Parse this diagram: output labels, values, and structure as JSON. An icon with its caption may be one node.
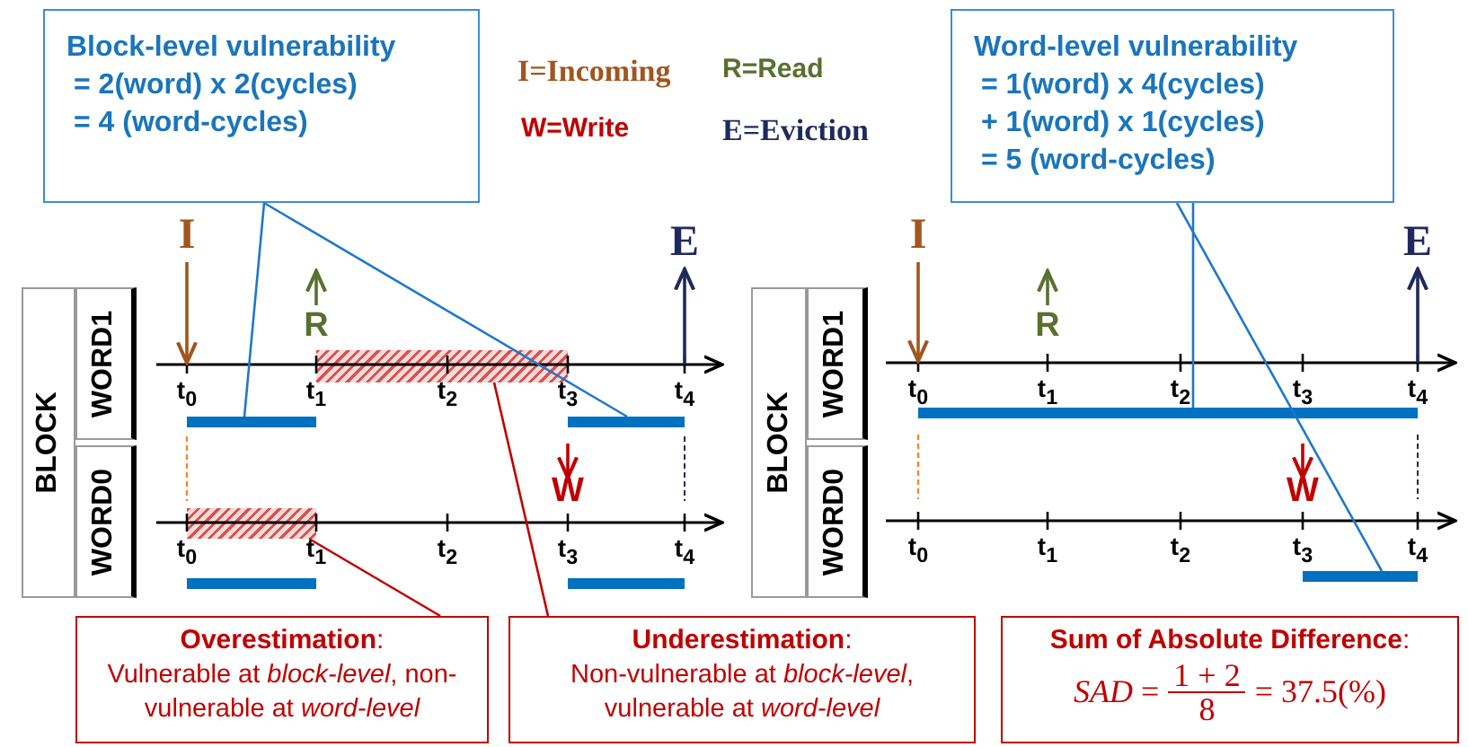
{
  "diagram": {
    "nodes": [
      {
        "text": [
          "Block-level vulnerability",
          "= 2(word) x 2(cycles)",
          "= 4 (word-cycles)"
        ]
      },
      {
        "text": [
          "Word-level vulnerability",
          "= 1(word) x 4(cycles)",
          "+ 1(word) x 1(cycles)",
          "= 5 (word-cycles)"
        ]
      },
      {
        "text": [
          "BLOCK"
        ]
      },
      {
        "text": [
          "WORD1"
        ]
      },
      {
        "text": [
          "WORD0"
        ]
      },
      {
        "text": [
          "BLOCK"
        ]
      },
      {
        "text": [
          "WORD1"
        ]
      },
      {
        "text": [
          "WORD0"
        ]
      },
      {
        "text": [],
        "shape": "bar"
      },
      {
        "text": [],
        "shape": "box"
      },
      {
        "text": [],
        "shape": "bar"
      },
      {
        "text": [],
        "shape": "box"
      },
      {
        "text": [],
        "shape": "bar"
      },
      {
        "text": [],
        "shape": "bar"
      },
      {
        "text": [],
        "shape": "bar"
      },
      {
        "text": [],
        "shape": "bar"
      },
      {
        "text": [
          "**Overestimation**:",
          "Vulnerable at *block-level*, non-vulnerable at *word-level*"
        ]
      },
      {
        "text": [
          "**Underestimation**:",
          "Non-vulnerable at *block-level*, vulnerable at *word-level*"
        ]
      },
      {
        "text": [
          "**Sum of Absolute Difference**:",
          "*SAD* =",
          "1 + 2",
          "8",
          "= 37.5(%)"
        ]
      }
    ],
    "edges": [
      {
        "from": 0,
        "to": 8,
        "arrow": "none"
      },
      {
        "from": 0,
        "to": 10,
        "arrow": "none"
      },
      {
        "from": 16,
        "to": 11,
        "arrow": "none",
        "color": "#c00000"
      },
      {
        "from": 17,
        "to": 9,
        "arrow": "none",
        "color": "#c00000"
      },
      {
        "from": 1,
        "to": 14,
        "arrow": "none"
      },
      {
        "from": 1,
        "to": 15,
        "arrow": "none"
      }
    ],
    "labels": [
      "I=Incoming",
      "R=Read",
      "W=Write",
      "E=Eviction",
      "I",
      "R",
      "E",
      "t$_{0}$",
      "t$_{1}$",
      "t$_{2}$",
      "t$_{3}$",
      "t$_{4}$",
      "W",
      "t$_{0}$",
      "t$_{1}$",
      "t$_{2}$",
      "t$_{3}$",
      "t$_{4}$",
      "I",
      "R",
      "E",
      "t$_{0}$",
      "t$_{1}$",
      "t$_{2}$",
      "t$_{3}$",
      "t$_{4}$",
      "W",
      "t$_{0}$",
      "t$_{1}$",
      "t$_{2}$",
      "t$_{3}$",
      "t$_{4}$"
    ]
  }
}
